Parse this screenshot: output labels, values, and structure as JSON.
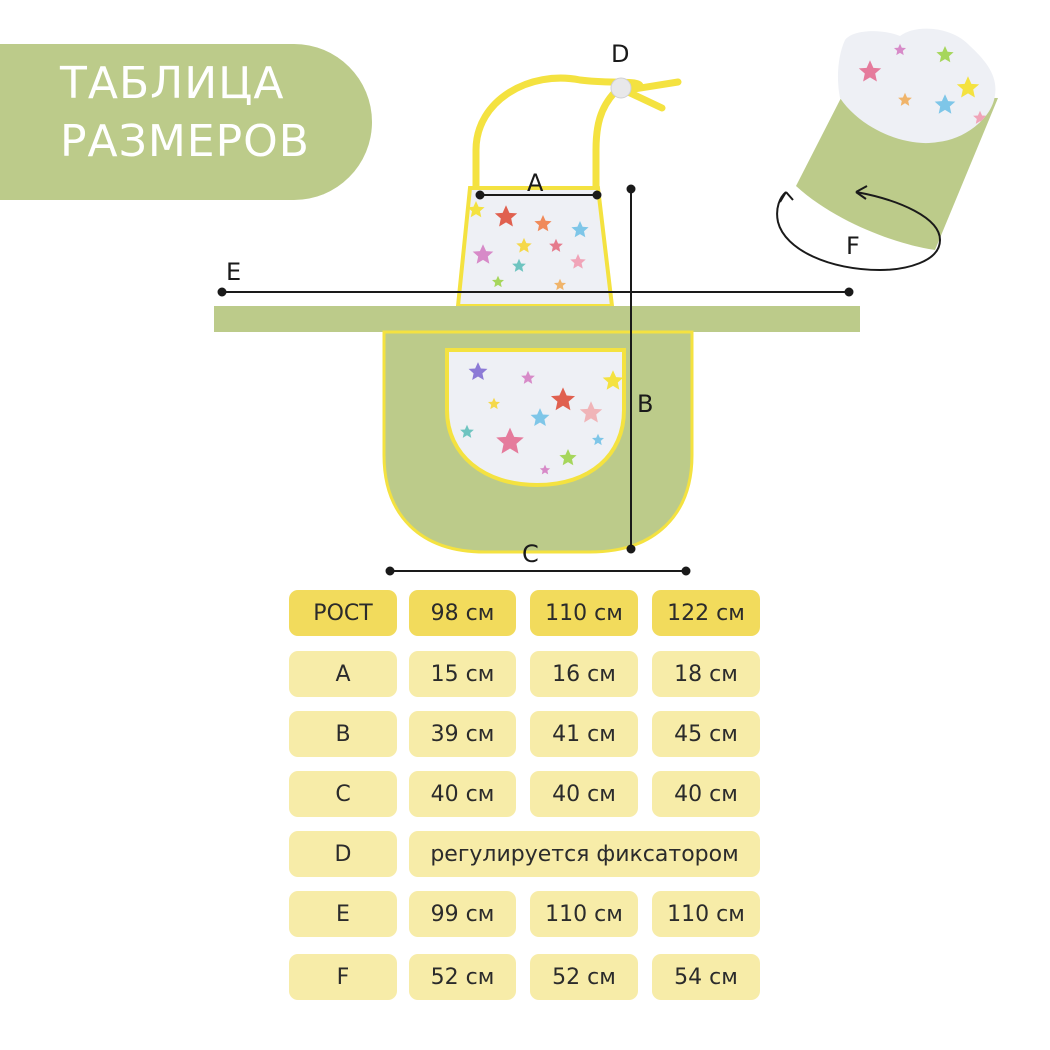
{
  "title": {
    "line1": "ТАБЛИЦА",
    "line2": "РАЗМЕРОВ"
  },
  "diagram": {
    "labels": {
      "a": "A",
      "b": "B",
      "c": "C",
      "d": "D",
      "e": "E",
      "f": "F"
    }
  },
  "colors": {
    "green": "#bccb8a",
    "yellow_trim": "#f4e240",
    "header_cell": "#f2db5c",
    "body_cell": "#f7eca8",
    "fabric": "#eef0f5"
  },
  "size_table": {
    "header": [
      "РОСТ",
      "98 см",
      "110 см",
      "122 см"
    ],
    "rows": [
      {
        "key": "A",
        "values": [
          "15 см",
          "16 см",
          "18 см"
        ]
      },
      {
        "key": "B",
        "values": [
          "39 см",
          "41 см",
          "45 см"
        ]
      },
      {
        "key": "C",
        "values": [
          "40 см",
          "40 см",
          "40 см"
        ]
      },
      {
        "key": "D",
        "merged": "регулируется фиксатором"
      },
      {
        "key": "E",
        "values": [
          "99 см",
          "110 см",
          "110 см"
        ]
      },
      {
        "key": "F",
        "values": [
          "52 см",
          "52 см",
          "54 см"
        ]
      }
    ]
  }
}
